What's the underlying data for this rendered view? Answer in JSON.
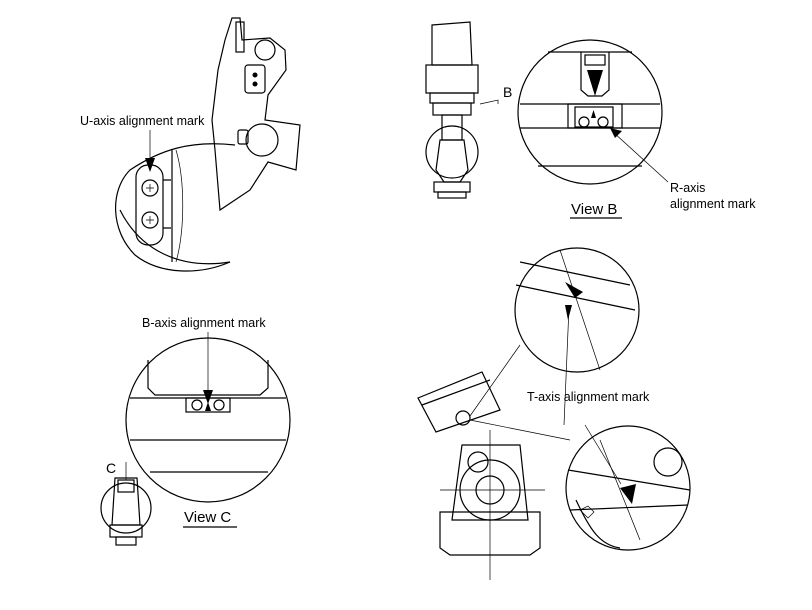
{
  "labels": {
    "u_axis": "U-axis alignment mark",
    "b_arrow": "B",
    "r_axis_line1": "R-axis",
    "r_axis_line2": "alignment mark",
    "view_b": "View B",
    "b_axis": "B-axis alignment mark",
    "c_arrow": "C",
    "view_c": "View C",
    "t_axis": "T-axis alignment mark"
  }
}
